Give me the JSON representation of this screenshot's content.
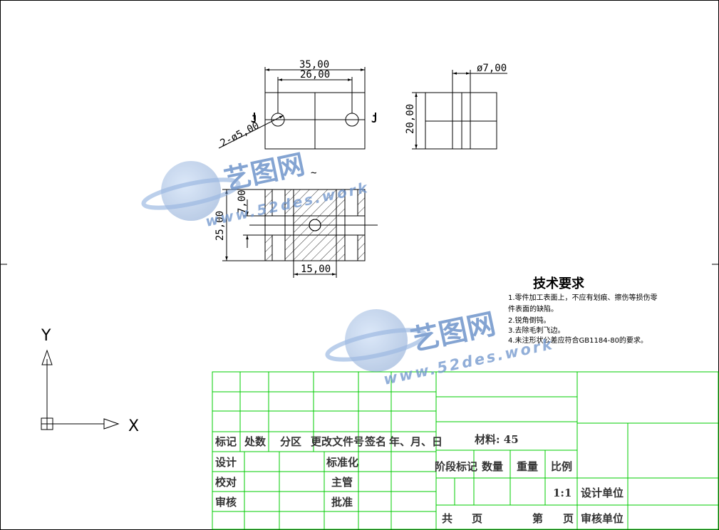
{
  "watermark": {
    "brand": "艺图网",
    "site": "www.52des.work"
  },
  "front_view": {
    "width_label": "35,00",
    "hole_spacing_label": "26,00",
    "hole_label": "2-ø5,00",
    "section_mark_left": "J",
    "section_mark_right": "J"
  },
  "side_view": {
    "diameter_label": "ø7,00",
    "height_label": "20,00"
  },
  "section_view": {
    "title_mark": "~",
    "depth_label": "7,00",
    "height_label": "25,00",
    "width_label": "15,00"
  },
  "axes": {
    "y": "Y",
    "x": "X"
  },
  "tech_requirements": {
    "title": "技术要求",
    "items": [
      "1.零件加工表面上，不应有划痕、擦伤等损伤零",
      "件表面的缺陷。",
      "2.锐角倒钝。",
      "3.去除毛刺飞边。",
      "4.未注形状公差应符合GB1184-80的要求。"
    ]
  },
  "title_block": {
    "mark": "标记",
    "count": "处数",
    "zone": "分区",
    "change_doc": "更改文件号",
    "sign": "签名",
    "date": "年、月、日",
    "material": "材料: 45",
    "design": "设计",
    "standardize": "标准化",
    "check": "校对",
    "supervisor": "主管",
    "review": "审核",
    "approve": "批准",
    "stage_mark": "阶段标记",
    "quantity": "数量",
    "weight": "重量",
    "scale": "比例",
    "scale_value": "1:1",
    "design_unit": "设计单位",
    "review_unit": "审核单位",
    "total": "共",
    "page": "页",
    "sheet_no": "第",
    "page2": "页"
  },
  "colors": {
    "grid": "#00cc00",
    "line": "#000000",
    "watermark": "#5b86c4",
    "text": "#333333"
  }
}
